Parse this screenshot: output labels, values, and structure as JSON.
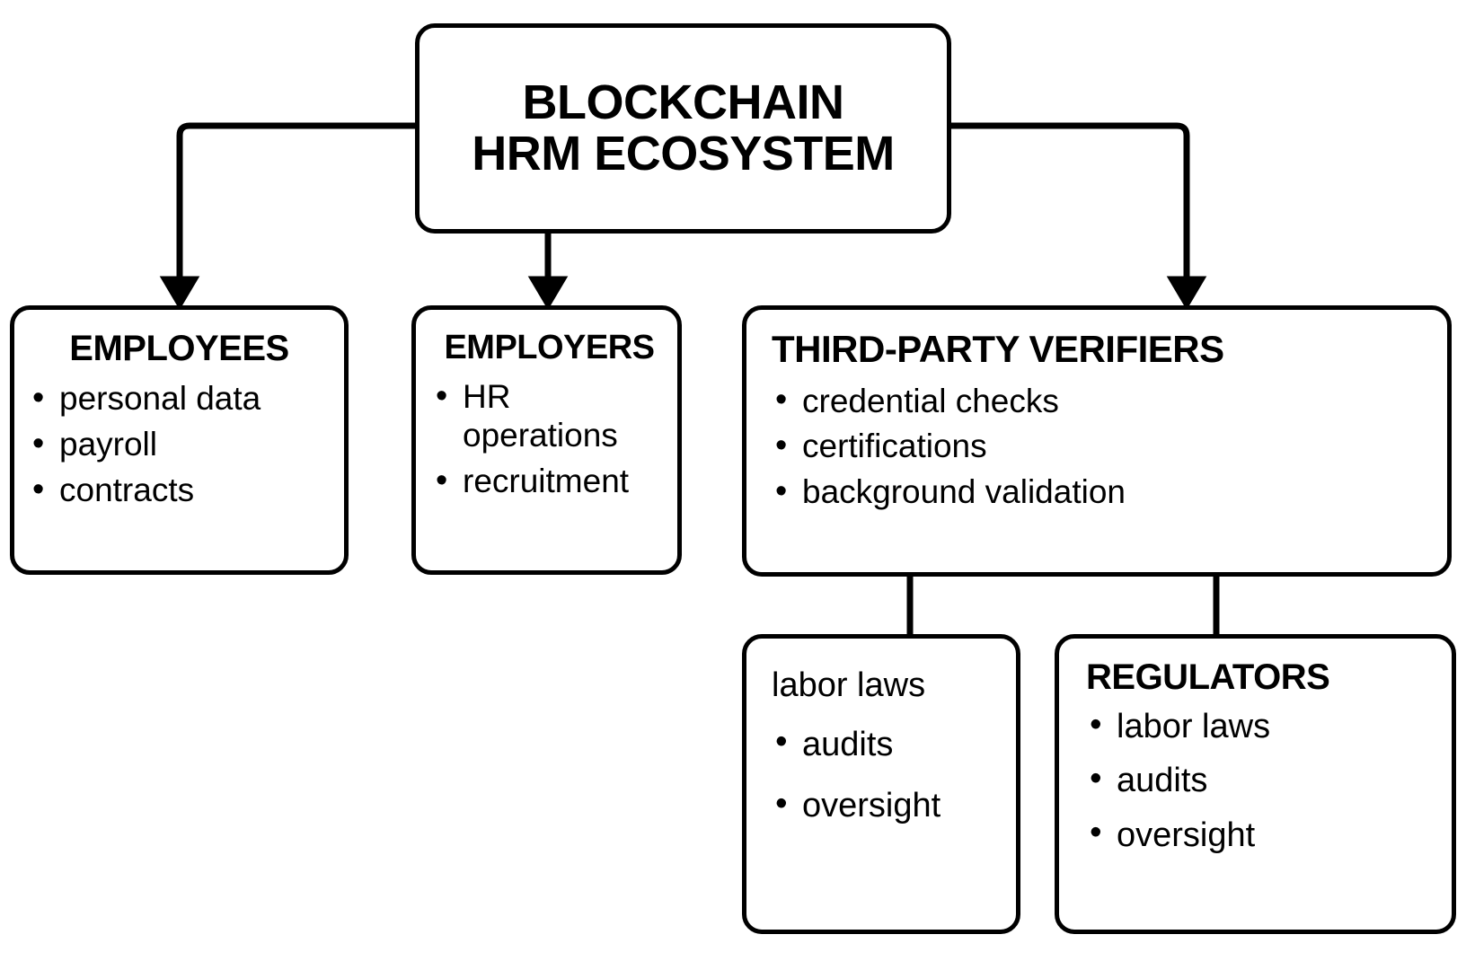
{
  "diagram": {
    "title": "Blockchain HRM Ecosystem",
    "stroke_color": "#000000",
    "background_color": "#ffffff",
    "nodes": {
      "root": {
        "title_line_1": "BLOCKCHAIN",
        "title_line_2": "HRM ECOSYSTEM"
      },
      "employees": {
        "title": "EMPLOYEES",
        "bullets": [
          "personal data",
          "payroll",
          "contracts"
        ]
      },
      "employers": {
        "title": "EMPLOYERS",
        "bullets": [
          "HR operations",
          "recruitment"
        ]
      },
      "verifiers": {
        "title": "THIRD-PARTY VERIFIERS",
        "bullets": [
          "credential checks",
          "certifications",
          "background validation"
        ]
      },
      "labor_laws": {
        "heading": "labor laws",
        "bullets": [
          "audits",
          "oversight"
        ]
      },
      "regulators": {
        "title": "REGULATORS",
        "bullets": [
          "labor laws",
          "audits",
          "oversight"
        ]
      }
    },
    "connectors": [
      {
        "name": "root-to-employees",
        "arrowhead": true
      },
      {
        "name": "root-to-employers",
        "arrowhead": true
      },
      {
        "name": "root-to-verifiers",
        "arrowhead": true
      },
      {
        "name": "verifiers-to-labor-laws",
        "arrowhead": false
      },
      {
        "name": "verifiers-to-regulators",
        "arrowhead": false
      }
    ]
  }
}
